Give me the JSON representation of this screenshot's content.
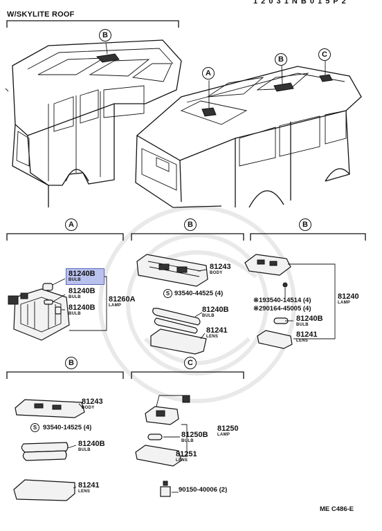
{
  "header": {
    "fragment": "1 2 0 3 1 N B 0  1 5 P 2",
    "section_title": "W/SKYLITE ROOF"
  },
  "callouts": {
    "a": "A",
    "b": "B",
    "c": "C"
  },
  "panel_a": {
    "bulb_top_pn": "81240B",
    "bulb_top_sub": "BULB",
    "bulb_mid_pn": "81240B",
    "bulb_mid_sub": "BULB",
    "bulb_low_pn": "81240B",
    "bulb_low_sub": "BULB",
    "lamp_pn": "81260A",
    "lamp_sub": "LAMP"
  },
  "panel_b1": {
    "body_pn": "81243",
    "body_sub": "BODY",
    "screw": "93540-44525 (4)",
    "bulb_pn": "81240B",
    "bulb_sub": "BULB",
    "lens_pn": "81241",
    "lens_sub": "LENS"
  },
  "panel_b2": {
    "screw1": "※193540-14514 (4)",
    "screw2": "※290164-45005 (4)",
    "lamp_pn": "81240",
    "lamp_sub": "LAMP",
    "bulb_pn": "81240B",
    "bulb_sub": "BULB",
    "lens_pn": "81241",
    "lens_sub": "LENS"
  },
  "panel_b3": {
    "body_pn": "81243",
    "body_sub": "BODY",
    "screw": "93540-14525 (4)",
    "bulb_pn": "81240B",
    "bulb_sub": "BULB",
    "lens_pn": "81241",
    "lens_sub": "LENS"
  },
  "panel_c": {
    "bulb_pn": "81250B",
    "bulb_sub": "BULB",
    "lamp_pn": "81250",
    "lamp_sub": "LAMP",
    "lens_pn": "81251",
    "lens_sub": "LENS",
    "screw": "90150-40006 (2)"
  },
  "footer": {
    "code": "ME C486-E"
  }
}
